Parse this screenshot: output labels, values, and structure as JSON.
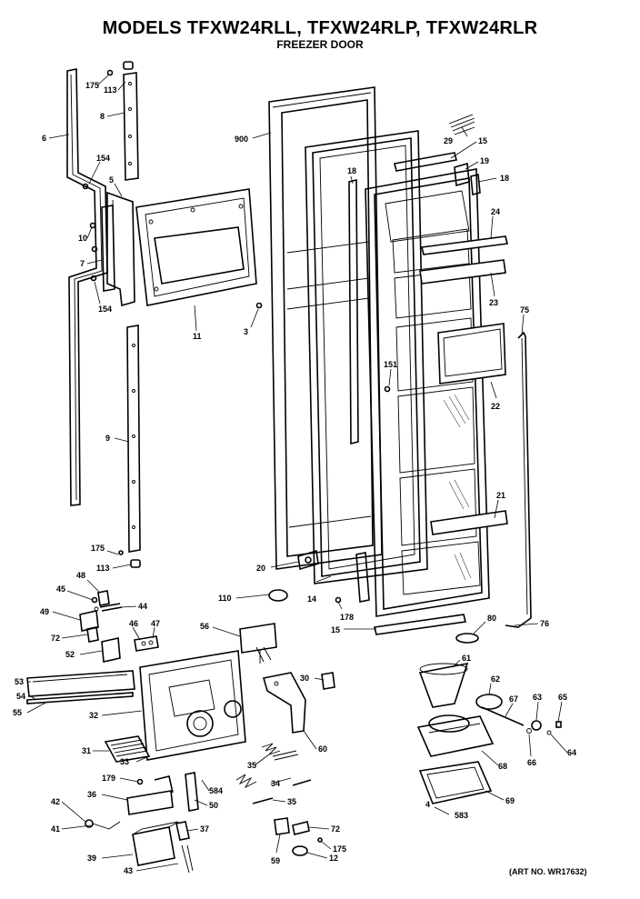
{
  "title": "MODELS TFXW24RLL, TFXW24RLP, TFXW24RLR",
  "subtitle": "FREEZER DOOR",
  "art_no": "(ART NO. WR17632)",
  "labels": [
    {
      "id": "l175a",
      "text": "175"
    },
    {
      "id": "l113a",
      "text": "113"
    },
    {
      "id": "l8",
      "text": "8"
    },
    {
      "id": "l6",
      "text": "6"
    },
    {
      "id": "l154a",
      "text": "154"
    },
    {
      "id": "l5",
      "text": "5"
    },
    {
      "id": "l10",
      "text": "10"
    },
    {
      "id": "l7",
      "text": "7"
    },
    {
      "id": "l154b",
      "text": "154"
    },
    {
      "id": "l11",
      "text": "11"
    },
    {
      "id": "l3",
      "text": "3"
    },
    {
      "id": "l900",
      "text": "900"
    },
    {
      "id": "l29",
      "text": "29"
    },
    {
      "id": "l15a",
      "text": "15"
    },
    {
      "id": "l19",
      "text": "19"
    },
    {
      "id": "l18a",
      "text": "18"
    },
    {
      "id": "l18b",
      "text": "18"
    },
    {
      "id": "l24",
      "text": "24"
    },
    {
      "id": "l23",
      "text": "23"
    },
    {
      "id": "l75",
      "text": "75"
    },
    {
      "id": "l151",
      "text": "151"
    },
    {
      "id": "l22",
      "text": "22"
    },
    {
      "id": "l9",
      "text": "9"
    },
    {
      "id": "l21",
      "text": "21"
    },
    {
      "id": "l175b",
      "text": "175"
    },
    {
      "id": "l113b",
      "text": "113"
    },
    {
      "id": "l20",
      "text": "20"
    },
    {
      "id": "l110",
      "text": "110"
    },
    {
      "id": "l14",
      "text": "14"
    },
    {
      "id": "l178",
      "text": "178"
    },
    {
      "id": "l15b",
      "text": "15"
    },
    {
      "id": "l80",
      "text": "80"
    },
    {
      "id": "l76",
      "text": "76"
    },
    {
      "id": "l48a",
      "text": "48"
    },
    {
      "id": "l45",
      "text": "45"
    },
    {
      "id": "l44",
      "text": "44"
    },
    {
      "id": "l49",
      "text": "49"
    },
    {
      "id": "l72a",
      "text": "72"
    },
    {
      "id": "l46",
      "text": "46"
    },
    {
      "id": "l47",
      "text": "47"
    },
    {
      "id": "l56",
      "text": "56"
    },
    {
      "id": "l52",
      "text": "52"
    },
    {
      "id": "l53",
      "text": "53"
    },
    {
      "id": "l54",
      "text": "54"
    },
    {
      "id": "l55",
      "text": "55"
    },
    {
      "id": "l32",
      "text": "32"
    },
    {
      "id": "l30",
      "text": "30"
    },
    {
      "id": "l61",
      "text": "61"
    },
    {
      "id": "l62",
      "text": "62"
    },
    {
      "id": "l67",
      "text": "67"
    },
    {
      "id": "l63",
      "text": "63"
    },
    {
      "id": "l65",
      "text": "65"
    },
    {
      "id": "l31",
      "text": "31"
    },
    {
      "id": "l33",
      "text": "33"
    },
    {
      "id": "l60",
      "text": "60"
    },
    {
      "id": "l66",
      "text": "66"
    },
    {
      "id": "l64",
      "text": "64"
    },
    {
      "id": "l68",
      "text": "68"
    },
    {
      "id": "l179",
      "text": "179"
    },
    {
      "id": "l35a",
      "text": "35"
    },
    {
      "id": "l584",
      "text": "584"
    },
    {
      "id": "l34",
      "text": "34"
    },
    {
      "id": "l36",
      "text": "36"
    },
    {
      "id": "l50",
      "text": "50"
    },
    {
      "id": "l35b",
      "text": "35"
    },
    {
      "id": "l69",
      "text": "69"
    },
    {
      "id": "l42",
      "text": "42"
    },
    {
      "id": "l4",
      "text": "4"
    },
    {
      "id": "l583",
      "text": "583"
    },
    {
      "id": "l41",
      "text": "41"
    },
    {
      "id": "l37",
      "text": "37"
    },
    {
      "id": "l72b",
      "text": "72"
    },
    {
      "id": "l175c",
      "text": "175"
    },
    {
      "id": "l39",
      "text": "39"
    },
    {
      "id": "l59",
      "text": "59"
    },
    {
      "id": "l12",
      "text": "12"
    },
    {
      "id": "l43",
      "text": "43"
    }
  ]
}
